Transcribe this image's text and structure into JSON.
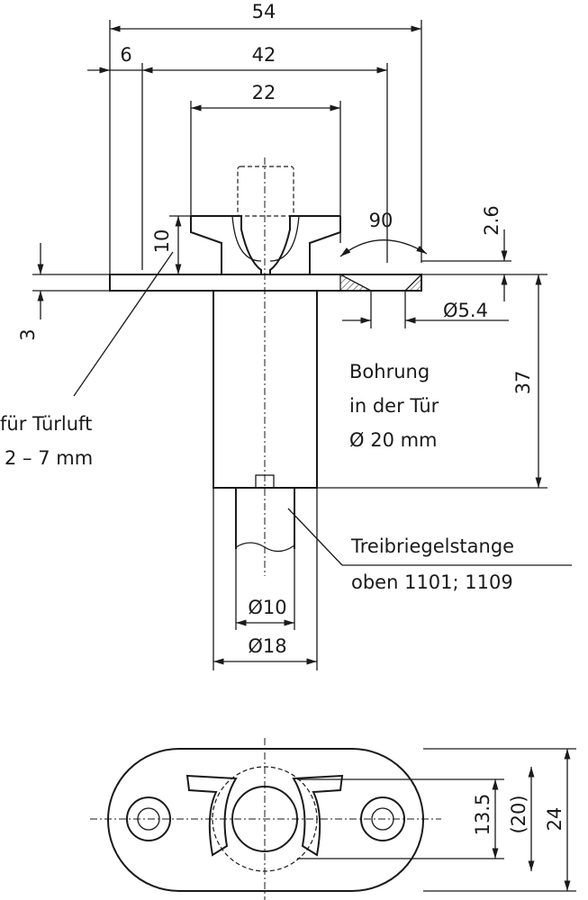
{
  "dimensions": {
    "overall_width": "54",
    "offset": "6",
    "hole_spacing": "42",
    "catch_width": "22",
    "angle": "90",
    "countersink_depth": "2.6",
    "catch_height": "10",
    "plate_thickness": "3",
    "hole_diameter": "Ø5.4",
    "body_length": "37",
    "pin_diameter": "Ø10",
    "body_diameter": "Ø18",
    "bottom_inner": "13.5",
    "bottom_ref": "(20)",
    "bottom_height": "24"
  },
  "notes": {
    "door_gap_line1": "für Türluft",
    "door_gap_line2": "2 – 7  mm",
    "bore_line1": "Bohrung",
    "bore_line2": "in der Tür",
    "bore_line3": "Ø 20 mm",
    "rod_line1": "Treibriegelstange",
    "rod_line2": "oben 1101; 1109"
  }
}
